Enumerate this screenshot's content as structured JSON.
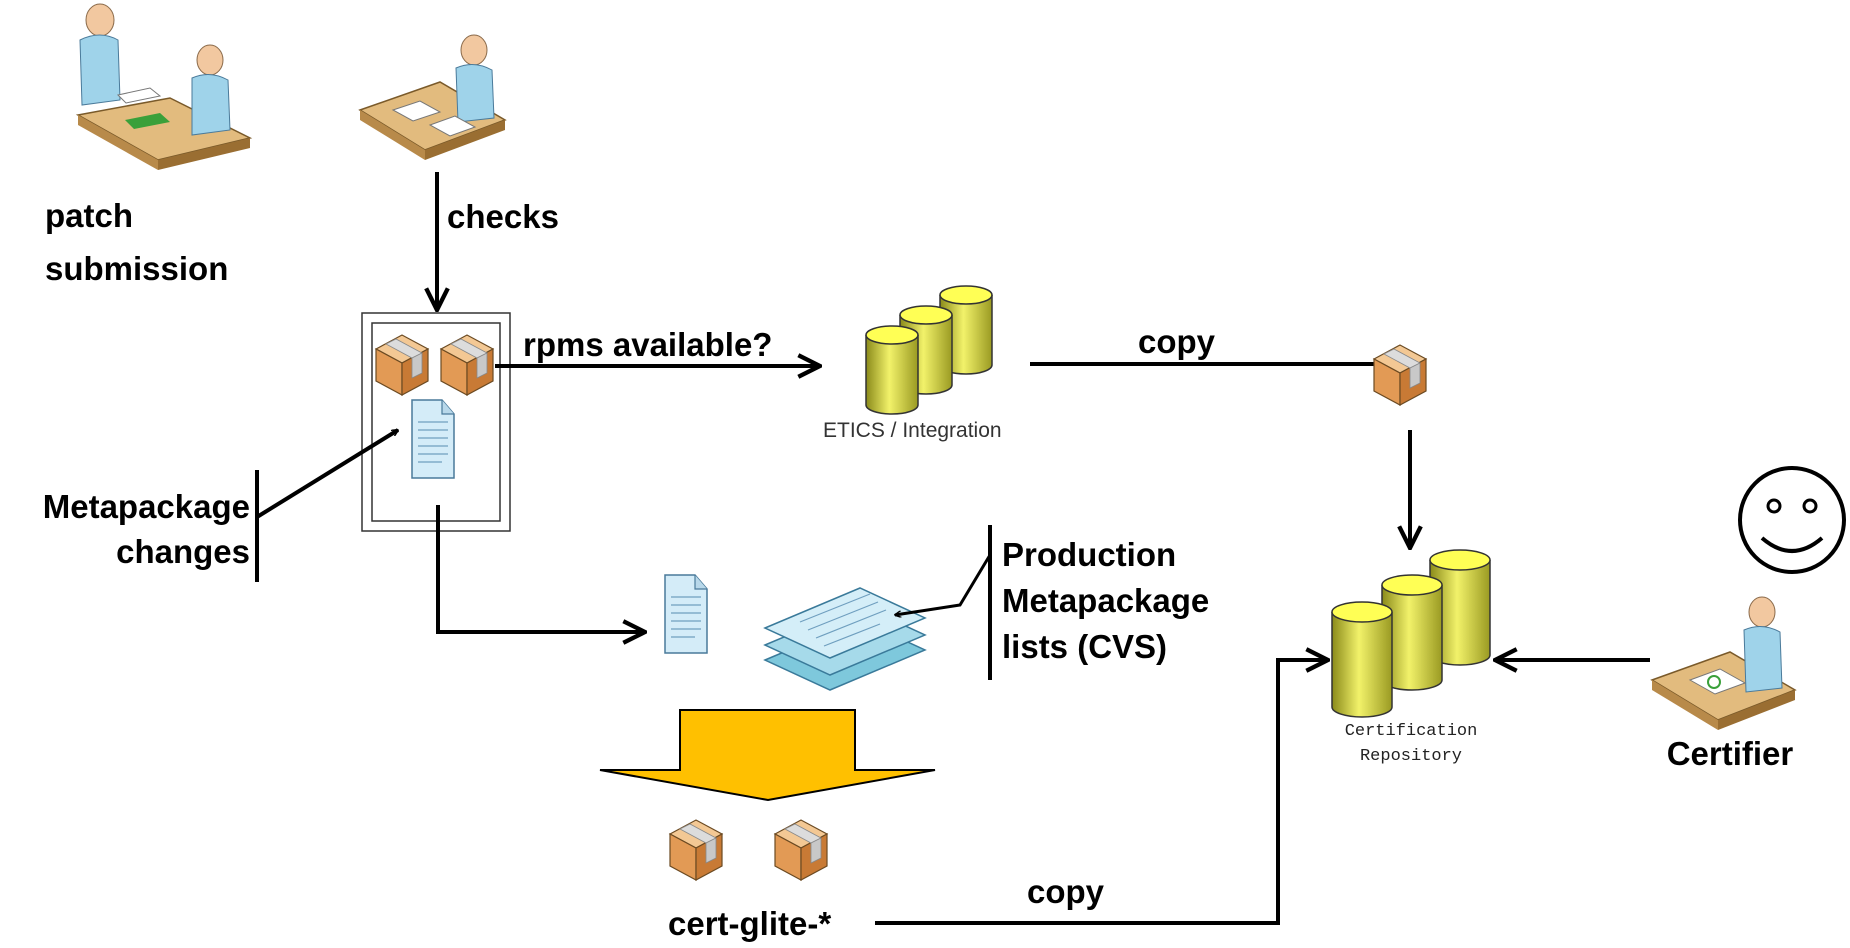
{
  "labels": {
    "patch_line1": "patch",
    "patch_line2": "submission",
    "checks": "checks",
    "rpms_available": "rpms available?",
    "etics": "ETICS / Integration",
    "copy_top": "copy",
    "metapackage_line1": "Metapackage",
    "metapackage_line2": "changes",
    "production_line1": "Production",
    "production_line2": "Metapackage",
    "production_line3": "lists (CVS)",
    "cert_repo_line1": "Certification",
    "cert_repo_line2": "Repository",
    "certifier": "Certifier",
    "cert_glite": "cert-glite-*",
    "copy_bottom": "copy"
  },
  "colors": {
    "database_fill": "#e6e64a",
    "database_top": "#ffff66",
    "package_box": "#e8a868",
    "package_tape": "#d9d9d9",
    "document_fill": "#d6ecf7",
    "big_arrow": "#ffc000",
    "arrow": "#000000"
  },
  "icons": [
    "people-meeting-icon",
    "person-checking-icon",
    "package-icon",
    "document-icon",
    "database-icon",
    "document-stack-icon",
    "smiley-icon",
    "person-signing-icon",
    "big-down-arrow-icon"
  ]
}
